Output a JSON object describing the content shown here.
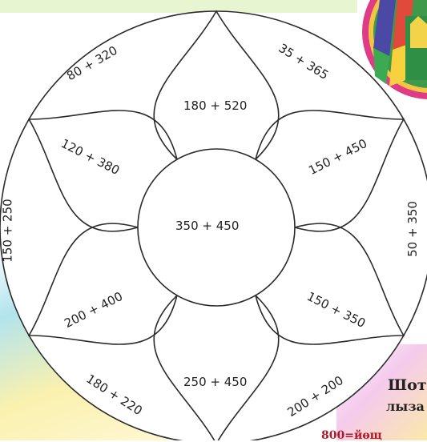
{
  "flower": {
    "center": "350 + 450",
    "petals": {
      "top": "180 + 520",
      "upper_left": "120 + 380",
      "upper_right": "150 + 450",
      "lower_left": "200 + 400",
      "lower_right": "150 + 350",
      "bottom": "250 + 450"
    },
    "ring": {
      "top_left": "80 + 320",
      "top_right": "35 + 365",
      "left": "150 + 250",
      "right": "50 + 350",
      "bottom_left": "180 + 220",
      "bottom_right": "200 + 200"
    }
  },
  "side_text": {
    "line1": "Шот-",
    "line2": "лыза да"
  },
  "corner_note": "800=йөщ",
  "colors": {
    "line": "#2a2a2a",
    "text_side": "#222222",
    "note": "#b11a2a"
  }
}
